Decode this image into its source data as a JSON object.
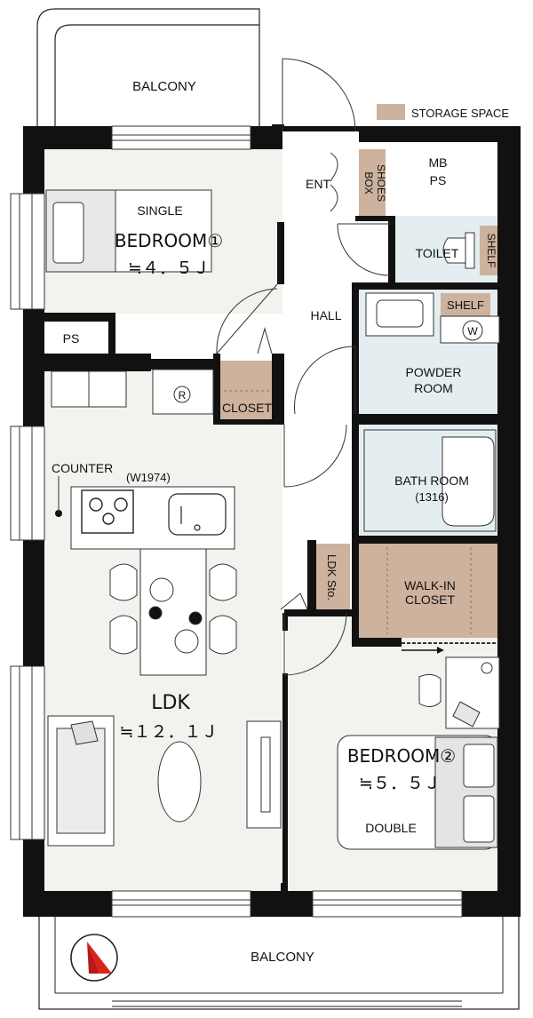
{
  "legend": {
    "storage_label": "STORAGE SPACE"
  },
  "rooms": {
    "balcony_top": "BALCONY",
    "balcony_bottom": "BALCONY",
    "bedroom1_name": "BEDROOM①",
    "bedroom1_size": "≒４．５Ｊ",
    "bedroom1_bed": "SINGLE",
    "bedroom2_name": "BEDROOM②",
    "bedroom2_size": "≒５．５Ｊ",
    "bedroom2_bed": "DOUBLE",
    "ldk_name": "LDK",
    "ldk_size": "≒１２．１Ｊ",
    "ps_left": "PS",
    "entrance": "ENT",
    "shoes_box_line1": "SHOES",
    "shoes_box_line2": "BOX",
    "mb_ps_line1": "MB",
    "mb_ps_line2": "PS",
    "toilet": "TOILET",
    "toilet_shelf": "SHELF",
    "hall": "HALL",
    "powder_shelf": "SHELF",
    "powder_line1": "POWDER",
    "powder_line2": "ROOM",
    "closet": "CLOSET",
    "counter": "COUNTER",
    "counter_width": "(W1974)",
    "bath_line1": "BATH ROOM",
    "bath_line2": "(1316)",
    "ldk_storage": "LDK Sto.",
    "walkin_line1": "WALK-IN",
    "walkin_line2": "CLOSET",
    "fridge_mark": "R",
    "washer_mark": "W"
  },
  "colors": {
    "wall": "#111111",
    "storage": "#cdb29d",
    "wet_area": "#e4eef1",
    "floor": "#f2f2ee",
    "compass_needle": "#d9241b"
  },
  "icons": [
    "compass-icon",
    "door-swing-icon",
    "gas-stove-icon",
    "sink-icon",
    "dining-set-icon",
    "sofa-icon",
    "bed-icon",
    "bathtub-icon",
    "toilet-icon",
    "washer-icon",
    "fridge-icon",
    "desk-lamp-icon"
  ]
}
